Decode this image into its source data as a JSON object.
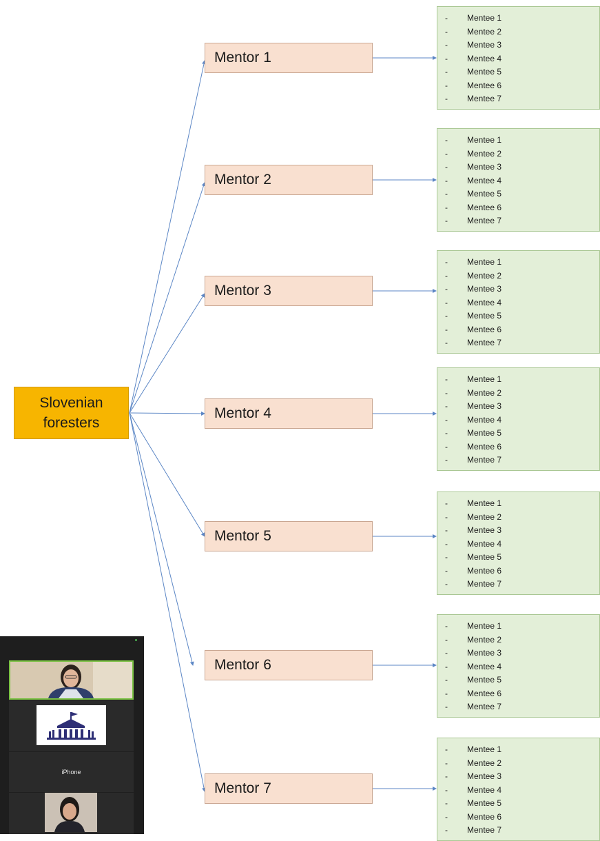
{
  "root": {
    "label": "Slovenian\nforesters",
    "color": "#f7b500"
  },
  "mentors": [
    {
      "label": "Mentor 1",
      "mentees": [
        "Mentee 1",
        "Mentee 2",
        "Mentee 3",
        "Mentee 4",
        "Mentee 5",
        "Mentee 6",
        "Mentee 7"
      ]
    },
    {
      "label": "Mentor 2",
      "mentees": [
        "Mentee 1",
        "Mentee 2",
        "Mentee 3",
        "Mentee 4",
        "Mentee 5",
        "Mentee 6",
        "Mentee 7"
      ]
    },
    {
      "label": "Mentor 3",
      "mentees": [
        "Mentee 1",
        "Mentee 2",
        "Mentee 3",
        "Mentee 4",
        "Mentee 5",
        "Mentee 6",
        "Mentee 7"
      ]
    },
    {
      "label": "Mentor 4",
      "mentees": [
        "Mentee 1",
        "Mentee 2",
        "Mentee 3",
        "Mentee 4",
        "Mentee 5",
        "Mentee 6",
        "Mentee 7"
      ]
    },
    {
      "label": "Mentor 5",
      "mentees": [
        "Mentee 1",
        "Mentee 2",
        "Mentee 3",
        "Mentee 4",
        "Mentee 5",
        "Mentee 6",
        "Mentee 7"
      ]
    },
    {
      "label": "Mentor 6",
      "mentees": [
        "Mentee 1",
        "Mentee 2",
        "Mentee 3",
        "Mentee 4",
        "Mentee 5",
        "Mentee 6",
        "Mentee 7"
      ]
    },
    {
      "label": "Mentor 7",
      "mentees": [
        "Mentee 1",
        "Mentee 2",
        "Mentee 3",
        "Mentee 4",
        "Mentee 5",
        "Mentee 6",
        "Mentee 7"
      ]
    }
  ],
  "mentee_bullet": "-",
  "colors": {
    "mentor_fill": "#f9e0d0",
    "mentee_fill": "#e3efd8",
    "connector": "#5b86c5"
  },
  "video_call": {
    "tiles": [
      {
        "type": "video",
        "icon": "participant-video-icon"
      },
      {
        "type": "logo",
        "icon": "institution-logo-icon"
      },
      {
        "type": "name",
        "label": "iPhone"
      },
      {
        "type": "video",
        "icon": "participant-video-icon"
      }
    ]
  }
}
